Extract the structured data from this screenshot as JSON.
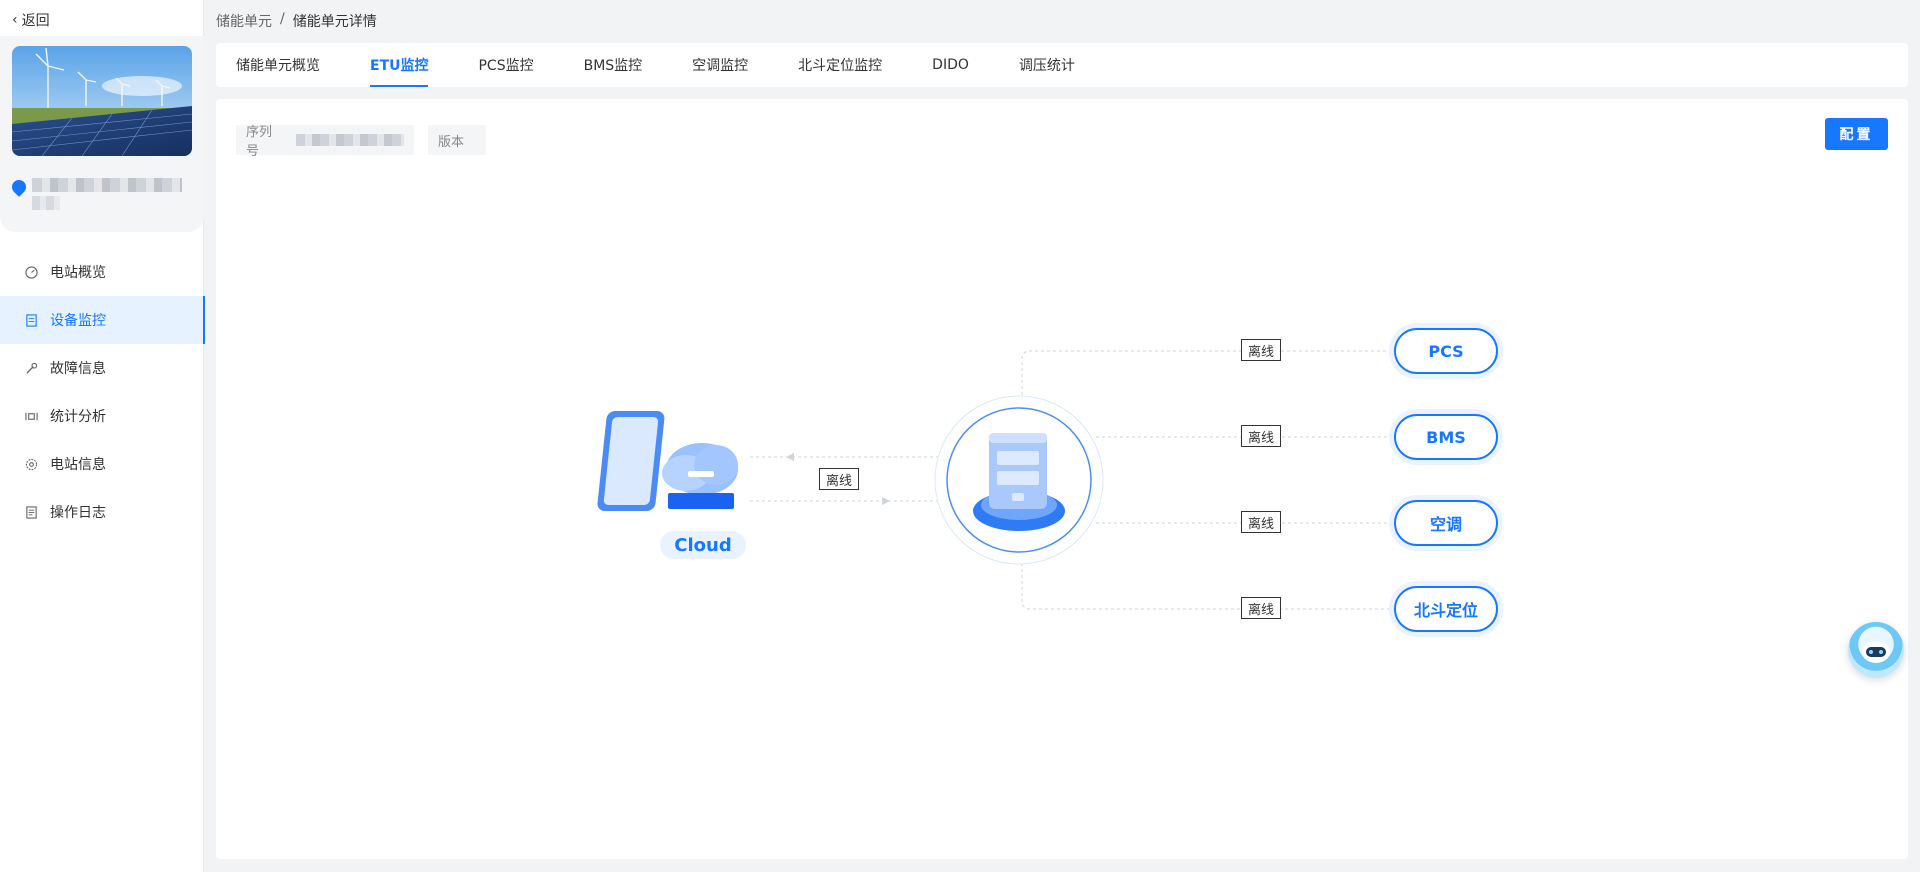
{
  "nav": {
    "back_label": "返回"
  },
  "breadcrumb": {
    "parent": "储能单元",
    "separator": "/",
    "current": "储能单元详情"
  },
  "sidebar": {
    "items": [
      {
        "label": "电站概览",
        "icon": "dashboard-icon",
        "active": false
      },
      {
        "label": "设备监控",
        "icon": "device-list-icon",
        "active": true
      },
      {
        "label": "故障信息",
        "icon": "wrench-icon",
        "active": false
      },
      {
        "label": "统计分析",
        "icon": "stats-icon",
        "active": false
      },
      {
        "label": "电站信息",
        "icon": "gear-icon",
        "active": false
      },
      {
        "label": "操作日志",
        "icon": "log-icon",
        "active": false
      }
    ]
  },
  "tabs": [
    {
      "label": "储能单元概览",
      "active": false
    },
    {
      "label": "ETU监控",
      "active": true
    },
    {
      "label": "PCS监控",
      "active": false
    },
    {
      "label": "BMS监控",
      "active": false
    },
    {
      "label": "空调监控",
      "active": false
    },
    {
      "label": "北斗定位监控",
      "active": false
    },
    {
      "label": "DIDO",
      "active": false
    },
    {
      "label": "调压统计",
      "active": false
    }
  ],
  "info": {
    "serial_label": "序列号",
    "version_label": "版本"
  },
  "actions": {
    "config_label": "配置"
  },
  "topology": {
    "cloud_label": "Cloud",
    "cloud_link_status": "离线",
    "devices": [
      {
        "label": "PCS",
        "status": "离线"
      },
      {
        "label": "BMS",
        "status": "离线"
      },
      {
        "label": "空调",
        "status": "离线"
      },
      {
        "label": "北斗定位",
        "status": "离线"
      }
    ]
  },
  "colors": {
    "accent": "#1677ff",
    "active_bg": "#e6f2ff",
    "page_bg": "#f2f3f5"
  }
}
